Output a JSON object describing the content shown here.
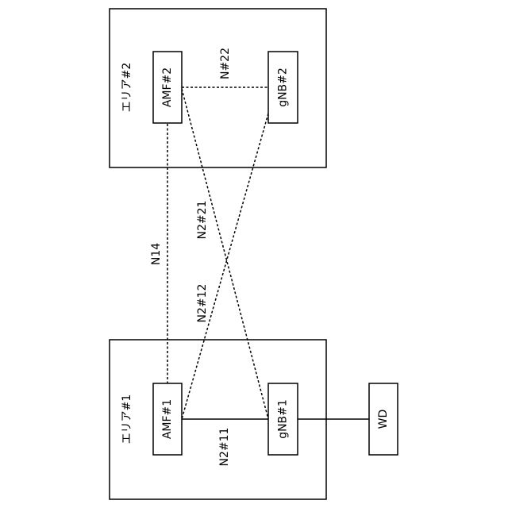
{
  "areas": {
    "area2": {
      "label": "エリア#2"
    },
    "area1": {
      "label": "エリア#1"
    }
  },
  "nodes": {
    "amf2": "AMF#2",
    "gnb2": "gNB#2",
    "amf1": "AMF#1",
    "gnb1": "gNB#1",
    "wd": "WD"
  },
  "links": {
    "n22": "N#22",
    "n14": "N14",
    "n2_21": "N2#21",
    "n2_12": "N2#12",
    "n2_11": "N2#11"
  }
}
